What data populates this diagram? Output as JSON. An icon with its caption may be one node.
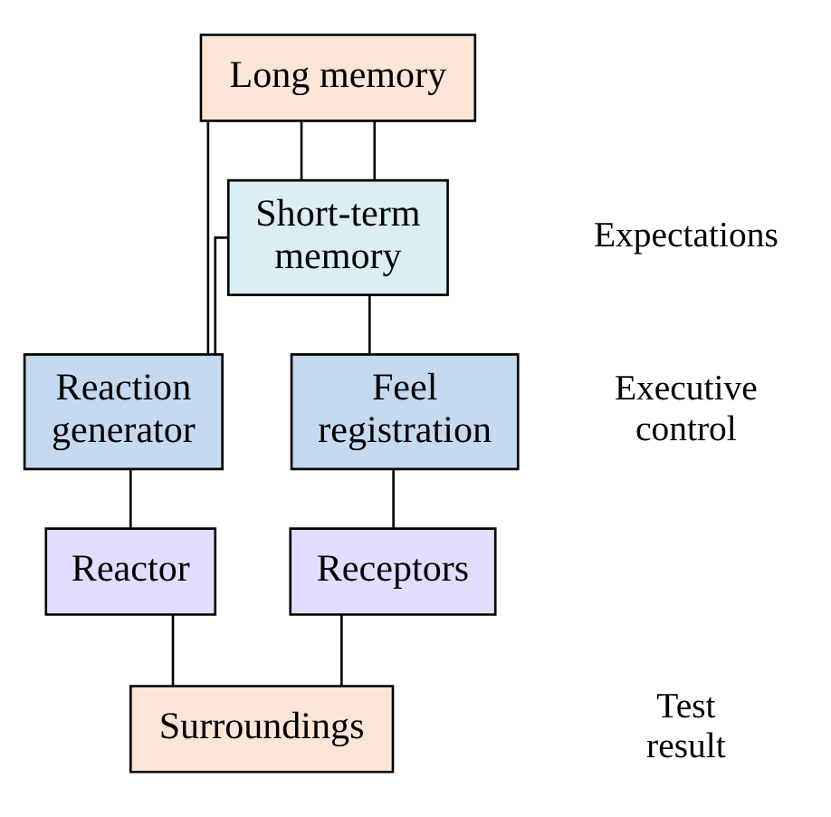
{
  "diagram": {
    "nodes": [
      {
        "text": [
          "Long memory"
        ]
      },
      {
        "text": [
          "Short-term memory"
        ]
      },
      {
        "text": [
          "Reaction generator"
        ]
      },
      {
        "text": [
          "Feel registration"
        ]
      },
      {
        "text": [
          "Reactor"
        ]
      },
      {
        "text": [
          "Receptors"
        ]
      },
      {
        "text": [
          "Surroundings"
        ]
      }
    ],
    "edges": [
      {
        "from": 0,
        "to": 2,
        "arrow": "none"
      },
      {
        "from": 0,
        "to": 1,
        "arrow": "none"
      },
      {
        "from": 0,
        "to": 1,
        "arrow": "none"
      },
      {
        "from": 1,
        "to": 2,
        "arrow": "none"
      },
      {
        "from": 1,
        "to": 3,
        "arrow": "none"
      },
      {
        "from": 2,
        "to": 4,
        "arrow": "none"
      },
      {
        "from": 3,
        "to": 5,
        "arrow": "none"
      },
      {
        "from": 4,
        "to": 6,
        "arrow": "none"
      },
      {
        "from": 5,
        "to": 6,
        "arrow": "none"
      }
    ],
    "labels": [
      "Expectations",
      "Executive control",
      "Test result"
    ]
  }
}
